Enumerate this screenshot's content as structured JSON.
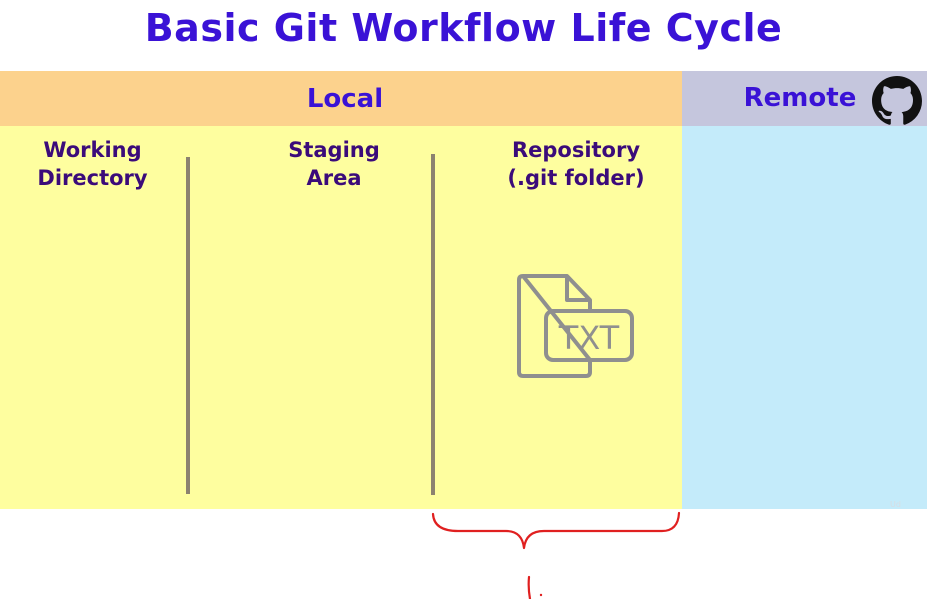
{
  "title": "Basic Git Workflow Life Cycle",
  "sections": {
    "local": "Local",
    "remote": "Remote"
  },
  "columns": [
    {
      "line1": "Working",
      "line2": "Directory"
    },
    {
      "line1": "Staging",
      "line2": "Area"
    },
    {
      "line1": "Repository",
      "line2": "(.git folder)"
    }
  ],
  "file_icon": {
    "icon": "txt-file-icon",
    "text": "TXT"
  },
  "remote_icon": "github-icon",
  "colors": {
    "title": "#3a12d6",
    "local_header": "#fcd28d",
    "remote_header": "#c5c6dd",
    "local_body": "#fefe9f",
    "remote_body": "#c4ebfa",
    "annotation": "#e02020"
  }
}
